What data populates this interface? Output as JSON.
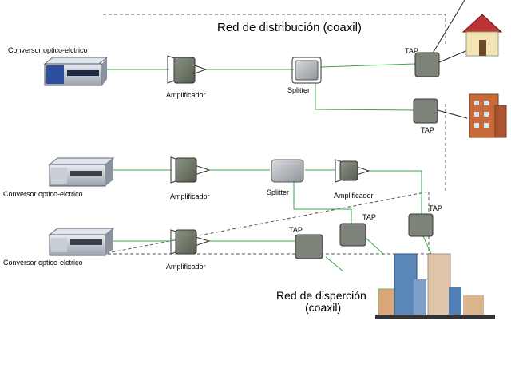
{
  "title": "Red de distribución  (coaxil)",
  "dispersion": {
    "line1": "Red de disperción",
    "line2": "(coaxil)"
  },
  "converters": [
    "Conversor optico-elctrico",
    "Conversor optico-elctrico",
    "Conversor optico-elctrico"
  ],
  "amplifiers": [
    "Amplificador",
    "Amplificador",
    "Amplificador",
    "Amplificador"
  ],
  "splitters": [
    "Splitter",
    "Splitter"
  ],
  "taps": [
    "TAP",
    "TAP",
    "TAP",
    "TAP",
    "TAP"
  ],
  "colors": {
    "cable": "#39a845",
    "border": "#555555",
    "device": "#6b7560",
    "tap": "#7d8378"
  }
}
